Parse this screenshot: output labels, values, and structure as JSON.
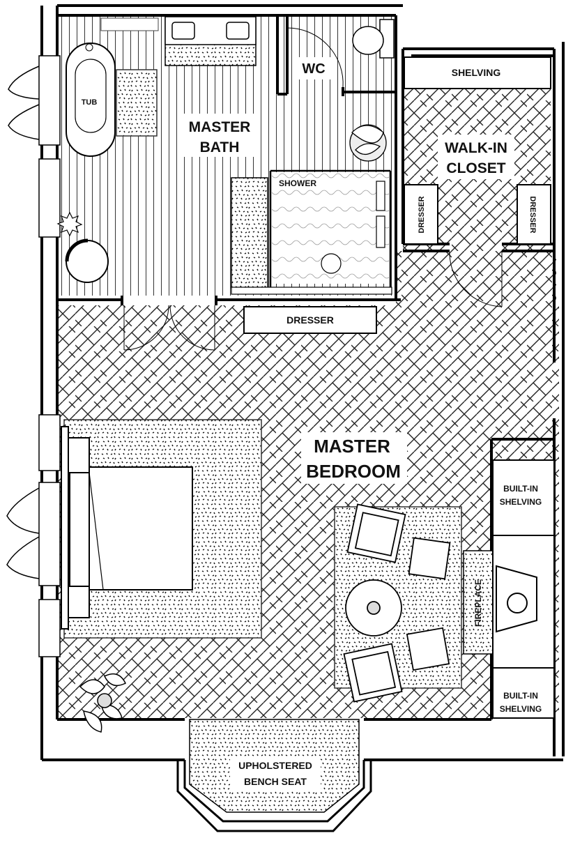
{
  "plan": {
    "rooms": {
      "master_bath": [
        "MASTER",
        "BATH"
      ],
      "wc": "WC",
      "walk_in_closet": [
        "WALK-IN",
        "CLOSET"
      ],
      "master_bedroom": [
        "MASTER",
        "BEDROOM"
      ]
    },
    "fixtures": {
      "tub": "TUB",
      "shower": "SHOWER",
      "shelving": "SHELVING",
      "closet_dresser": "DRESSER",
      "bedroom_dresser": "DRESSER",
      "fireplace": "FIREPLACE",
      "built_in_shelving": [
        "BUILT-IN",
        "SHELVING"
      ],
      "bench_seat": [
        "UPHOLSTERED",
        "BENCH SEAT"
      ]
    }
  }
}
